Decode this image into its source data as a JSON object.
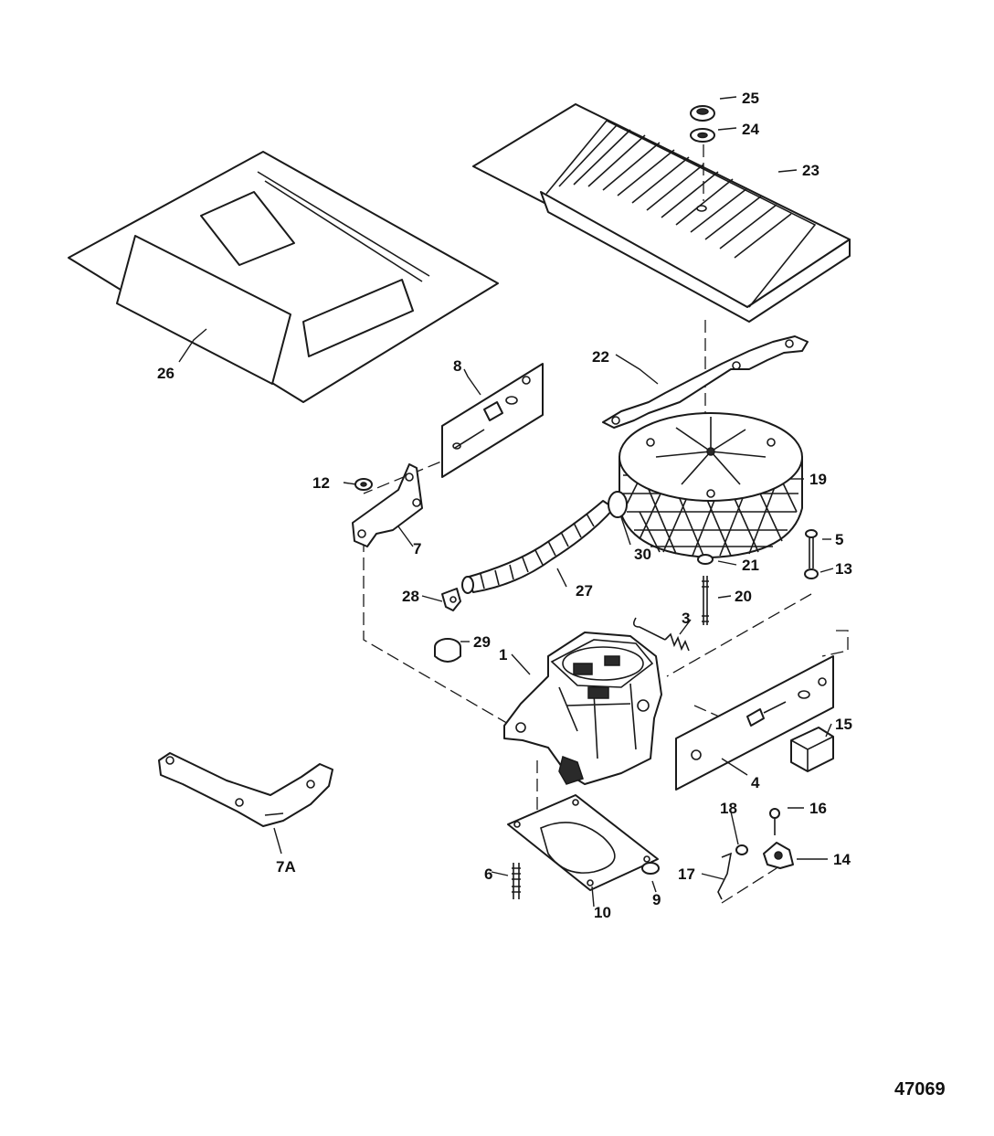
{
  "callouts": {
    "c1": "1",
    "c3": "3",
    "c4": "4",
    "c5": "5",
    "c6": "6",
    "c7": "7",
    "c7a": "7A",
    "c8": "8",
    "c9": "9",
    "c10": "10",
    "c12": "12",
    "c13": "13",
    "c14": "14",
    "c15": "15",
    "c16": "16",
    "c17": "17",
    "c18": "18",
    "c19": "19",
    "c20": "20",
    "c21": "21",
    "c22": "22",
    "c23": "23",
    "c24": "24",
    "c25": "25",
    "c26": "26",
    "c27": "27",
    "c28": "28",
    "c29": "29",
    "c30": "30"
  },
  "figure_number": "47069"
}
